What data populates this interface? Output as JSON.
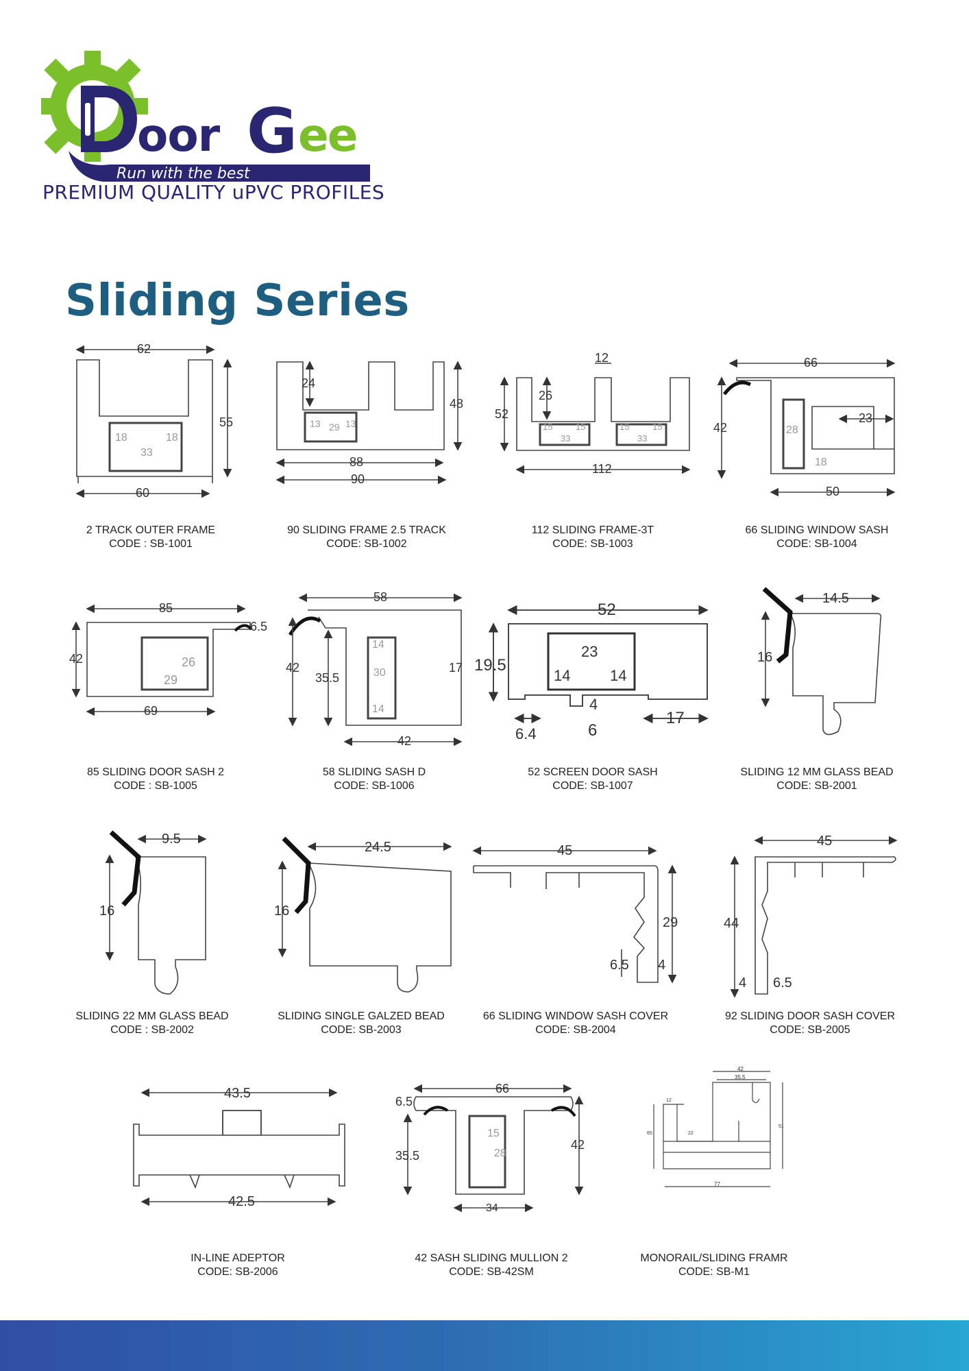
{
  "brand": {
    "logo_text": "Door Gee",
    "slogan": "Run with the best",
    "tagline": "PREMIUM QUALITY uPVC PROFILES",
    "colors": {
      "green": "#7bbf2a",
      "navy": "#2a2672",
      "title": "#1e5e80"
    }
  },
  "page_title": "Sliding Series",
  "profiles": [
    {
      "name": "2 TRACK OUTER FRAME",
      "code": "CODE : SB-1001",
      "dims": [
        "62",
        "55",
        "60",
        "18",
        "18",
        "33"
      ]
    },
    {
      "name": "90 SLIDING FRAME 2.5 TRACK",
      "code": "CODE: SB-1002",
      "dims": [
        "24",
        "48",
        "88",
        "90",
        "13",
        "29",
        "13"
      ]
    },
    {
      "name": "112 SLIDING FRAME-3T",
      "code": "CODE: SB-1003",
      "dims": [
        "12",
        "52",
        "26",
        "112",
        "15",
        "15",
        "33",
        "15",
        "15",
        "33"
      ]
    },
    {
      "name": "66 SLIDING WINDOW SASH",
      "code": "CODE: SB-1004",
      "dims": [
        "66",
        "42",
        "23",
        "28",
        "18",
        "50"
      ]
    },
    {
      "name": "85 SLIDING DOOR SASH 2",
      "code": "CODE : SB-1005",
      "dims": [
        "85",
        "6.5",
        "42",
        "26",
        "29",
        "69"
      ]
    },
    {
      "name": "58 SLIDING SASH D",
      "code": "CODE: SB-1006",
      "dims": [
        "58",
        "42",
        "35.5",
        "14",
        "30",
        "17",
        "14",
        "42"
      ]
    },
    {
      "name": "52 SCREEN DOOR SASH",
      "code": "CODE: SB-1007",
      "dims": [
        "52",
        "19.5",
        "23",
        "14",
        "14",
        "4",
        "6.4",
        "6",
        "17"
      ]
    },
    {
      "name": "SLIDING 12 MM GLASS BEAD",
      "code": "CODE: SB-2001",
      "dims": [
        "14.5",
        "16"
      ]
    },
    {
      "name": "SLIDING 22 MM GLASS BEAD",
      "code": "CODE : SB-2002",
      "dims": [
        "9.5",
        "16"
      ]
    },
    {
      "name": "SLIDING SINGLE GALZED BEAD",
      "code": "CODE: SB-2003",
      "dims": [
        "24.5",
        "16"
      ]
    },
    {
      "name": "66 SLIDING WINDOW SASH COVER",
      "code": "CODE: SB-2004",
      "dims": [
        "45",
        "29",
        "6.5",
        "4"
      ]
    },
    {
      "name": "92 SLIDING DOOR SASH COVER",
      "code": "CODE: SB-2005",
      "dims": [
        "45",
        "44",
        "4",
        "6.5"
      ]
    },
    {
      "name": "IN-LINE ADEPTOR",
      "code": "CODE: SB-2006",
      "dims": [
        "43.5",
        "42.5"
      ]
    },
    {
      "name": "42 SASH SLIDING MULLION 2",
      "code": "CODE: SB-42SM",
      "dims": [
        "66",
        "6.5",
        "35.5",
        "42",
        "15",
        "28",
        "34"
      ]
    },
    {
      "name": "MONORAIL/SLIDING FRAMR",
      "code": "CODE: SB-M1",
      "dims": [
        "42",
        "35.5",
        "12",
        "22",
        "65",
        "51",
        "77"
      ]
    }
  ]
}
